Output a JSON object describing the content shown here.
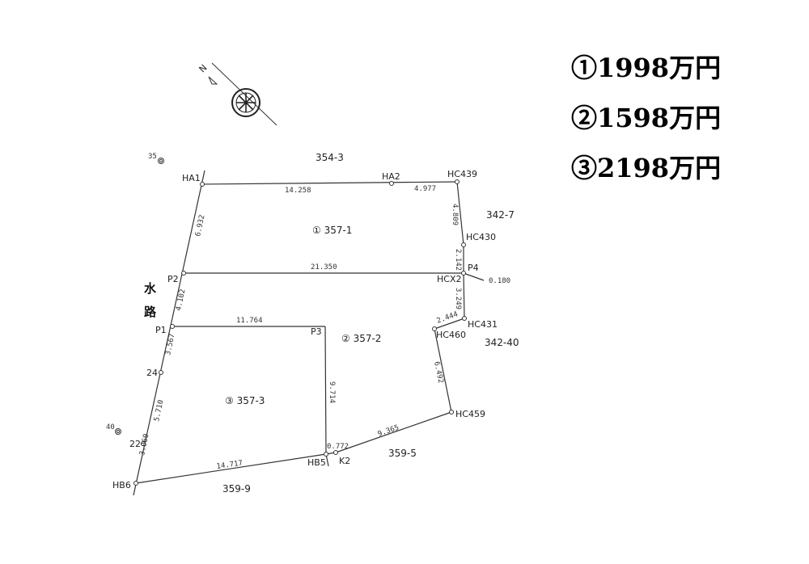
{
  "prices": [
    {
      "text": "①1998万円"
    },
    {
      "text": "②1598万円"
    },
    {
      "text": "③2198万円"
    }
  ],
  "compass": {
    "north_label": "N"
  },
  "waterway": {
    "char1": "水",
    "char2": "路"
  },
  "adjacent": {
    "north": "354-3",
    "east_upper": "342-7",
    "east_lower": "342-40",
    "south_center": "359-5",
    "south_west": "359-9"
  },
  "lots": {
    "lot1": "① 357-1",
    "lot2": "② 357-2",
    "lot3": "③ 357-3"
  },
  "points": {
    "HA1": "HA1",
    "HA2": "HA2",
    "HC439": "HC439",
    "HC430": "HC430",
    "P4": "P4",
    "HCX2": "HCX2",
    "HC431": "HC431",
    "HC460": "HC460",
    "HC459": "HC459",
    "K2": "K2",
    "HB5": "HB5",
    "HB6": "HB6",
    "P1": "P1",
    "P2": "P2",
    "P3": "P3",
    "pt24": "24",
    "pt22": "22",
    "pt35": "35",
    "pt40": "40"
  },
  "dimensions": {
    "d_14258": "14.258",
    "d_4977": "4.977",
    "d_4809": "4.809",
    "d_2142": "2.142",
    "d_0180": "0.180",
    "d_21350": "21.350",
    "d_3249": "3.249",
    "d_2444": "2.444",
    "d_6492": "6.492",
    "d_9365": "9.365",
    "d_0772": "0.772",
    "d_9714": "9.714",
    "d_11764": "11.764",
    "d_14717": "14.717",
    "d_3060": "3.060",
    "d_5710": "5.710",
    "d_3567": "3.567",
    "d_4102": "4.102",
    "d_6932": "6.932"
  }
}
